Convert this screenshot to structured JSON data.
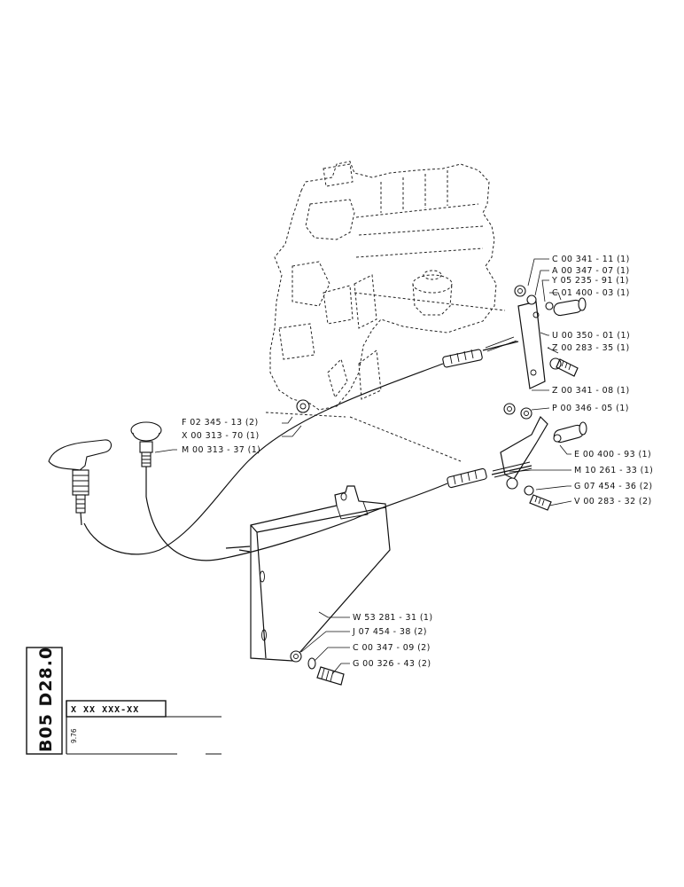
{
  "sheet": {
    "group_code": "B05 D28.0",
    "date": "9.76",
    "part_number_placeholder": "X XX XXX-XX"
  },
  "callouts": [
    {
      "id": "c1",
      "text": "C 00 341 - 11 (1)"
    },
    {
      "id": "c2",
      "text": "A 00 347 - 07 (1)"
    },
    {
      "id": "c3",
      "text": "Y 05 235 - 91 (1)"
    },
    {
      "id": "c4",
      "text": "C 01 400 - 03 (1)"
    },
    {
      "id": "c5",
      "text": "U 00 350 - 01 (1)"
    },
    {
      "id": "c6",
      "text": "Z 00 283 - 35 (1)"
    },
    {
      "id": "c7",
      "text": "Z 00 341 - 08 (1)"
    },
    {
      "id": "c8",
      "text": "P 00 346 - 05 (1)"
    },
    {
      "id": "c9",
      "text": "F 02 345 - 13 (2)"
    },
    {
      "id": "c10",
      "text": "X 00 313 - 70 (1)"
    },
    {
      "id": "c11",
      "text": "M 00 313 - 37 (1)"
    },
    {
      "id": "c12",
      "text": "E 00 400 - 93 (1)"
    },
    {
      "id": "c13",
      "text": "M 10 261 - 33 (1)"
    },
    {
      "id": "c14",
      "text": "G 07 454 - 36 (2)"
    },
    {
      "id": "c15",
      "text": "V 00 283 - 32 (2)"
    },
    {
      "id": "c16",
      "text": "W 53 281 - 31 (1)"
    },
    {
      "id": "c17",
      "text": "J 07 454 - 38 (2)"
    },
    {
      "id": "c18",
      "text": "C 00 347 - 09 (2)"
    },
    {
      "id": "c19",
      "text": "G 00 326 - 43 (2)"
    }
  ]
}
